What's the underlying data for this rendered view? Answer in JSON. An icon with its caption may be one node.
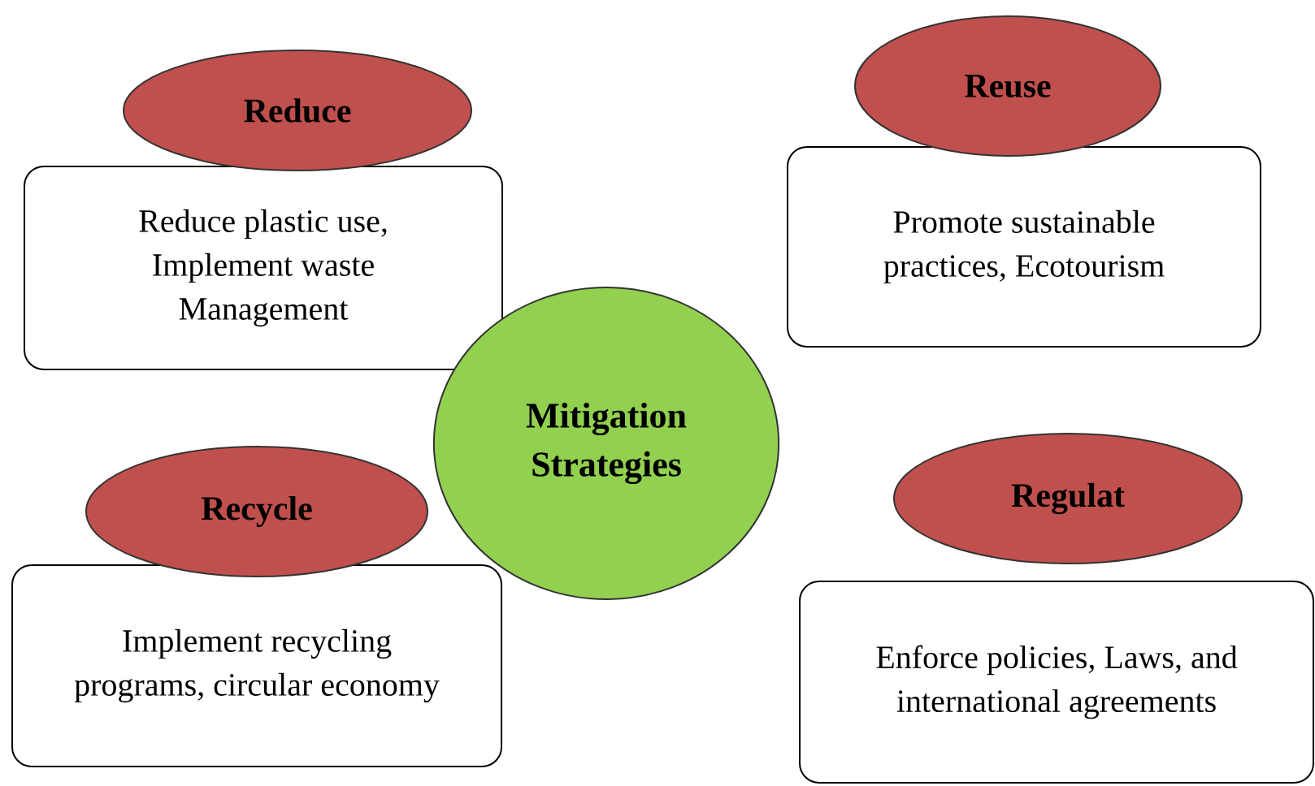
{
  "diagram": {
    "nodes": [
      {
        "text": [
          "Reduce"
        ]
      },
      {
        "text": [
          "Reduce plastic use, Implement waste Management"
        ]
      },
      {
        "text": [
          "Reuse"
        ]
      },
      {
        "text": [
          "Promote sustainable practices, Ecotourism"
        ]
      },
      {
        "text": [
          "Mitigation Strategies"
        ]
      },
      {
        "text": [
          "Recycle"
        ]
      },
      {
        "text": [
          "Implement recycling programs, circular economy"
        ]
      },
      {
        "text": [
          "Regulat"
        ]
      },
      {
        "text": [
          "Enforce policies, Laws, and international agreements"
        ]
      }
    ]
  }
}
